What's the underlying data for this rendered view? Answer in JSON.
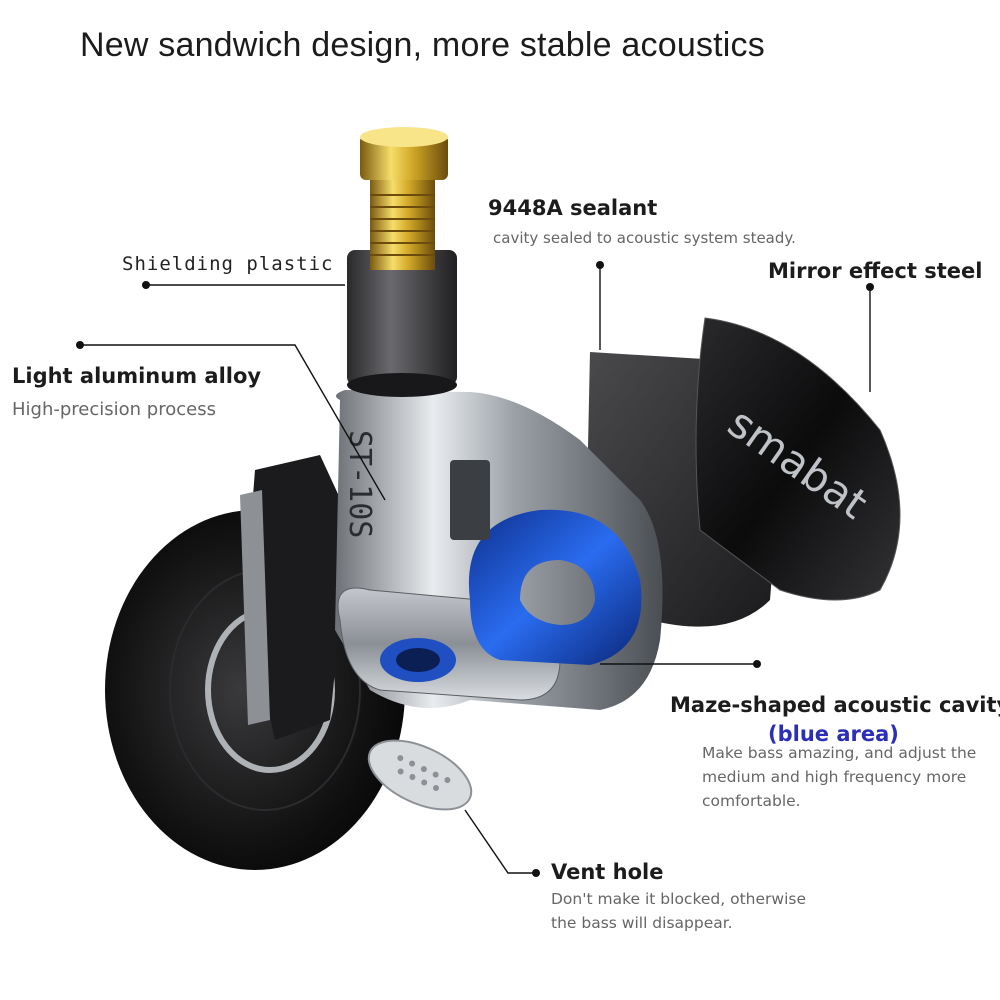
{
  "headline": "New sandwich design, more stable acoustics",
  "callouts": {
    "shielding": {
      "label": "Shielding plastic"
    },
    "aluminum": {
      "label": "Light aluminum alloy",
      "sub": "High-precision process"
    },
    "sealant": {
      "label": "9448A sealant",
      "sub": "cavity sealed  to acoustic system steady."
    },
    "mirror": {
      "label": "Mirror effect steel"
    },
    "maze": {
      "label": "Maze-shaped acoustic cavity",
      "highlight": "(blue area)",
      "sub": "Make bass amazing, and adjust the medium and high frequency more comfortable."
    },
    "vent": {
      "label": "Vent hole",
      "sub": "Don't make it blocked, otherwise the bass will disappear."
    }
  },
  "product": {
    "brand_mark": "smabat",
    "model_engraving": "ST-10S"
  },
  "colors": {
    "cavity_blue": "#1e55d6",
    "highlight_text": "#2b2fb8",
    "brass": "#c9a227",
    "steel_dark": "#141414"
  }
}
